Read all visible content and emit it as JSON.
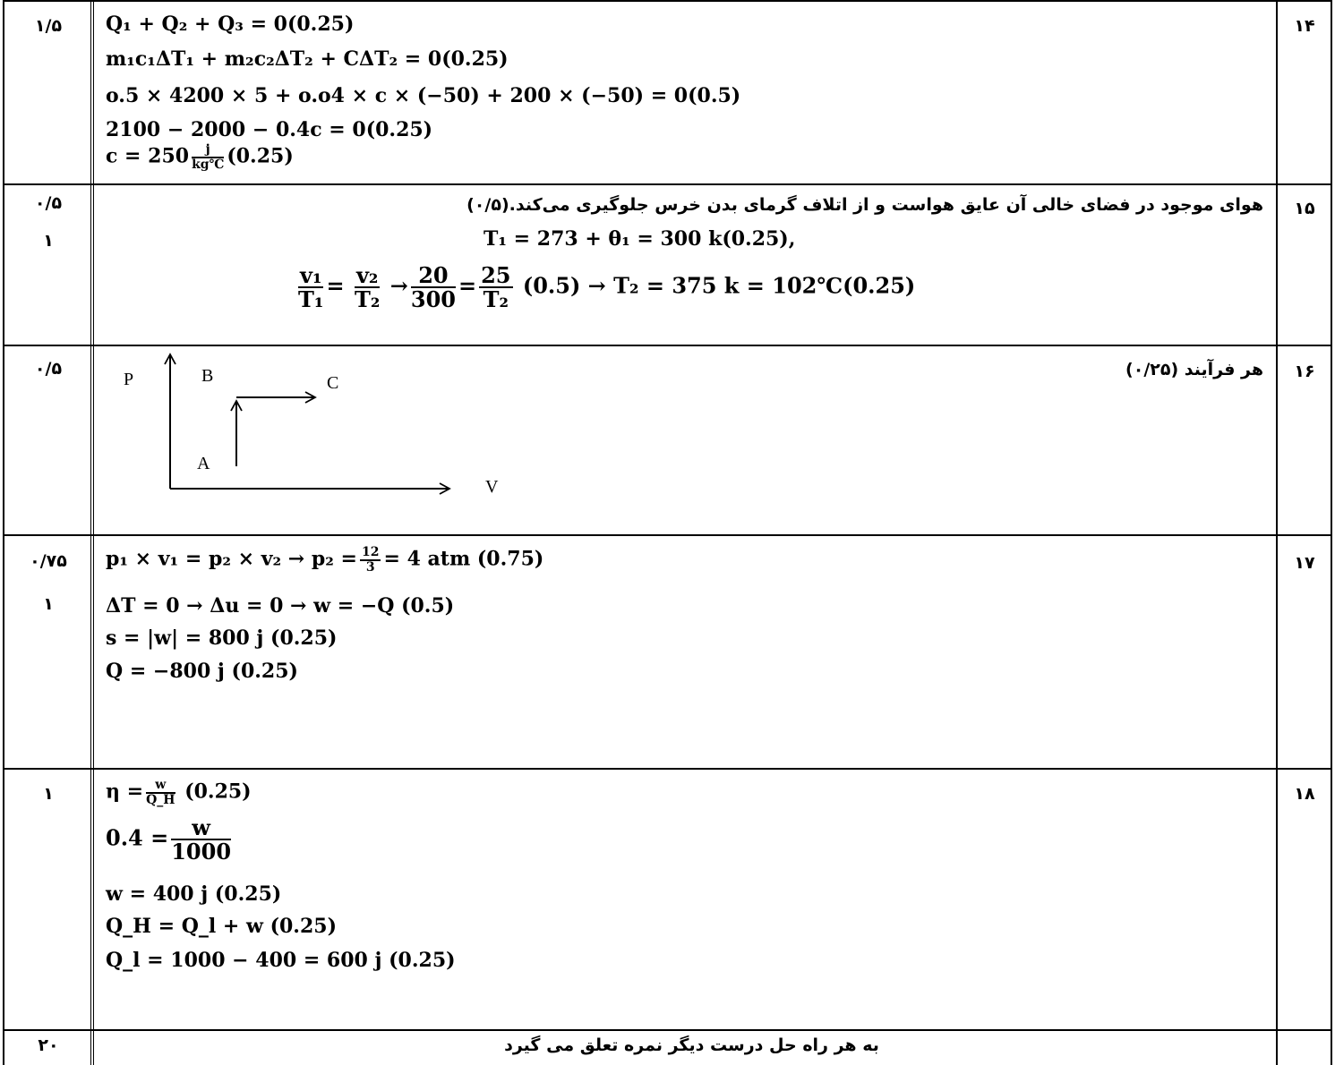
{
  "rows": [
    {
      "qnum": "۱۴",
      "score": "۱/۵",
      "lines": [
        "Q₁ + Q₂ + Q₃ = 0(0.25)",
        "m₁c₁ΔT₁ + m₂c₂ΔT₂ + CΔT₂ = 0(0.25)",
        "o.5 × 4200 × 5 + o.o4 × c × (−50) + 200 × (−50) = 0(0.5)",
        "2100 − 2000 − 0.4c = 0(0.25)"
      ],
      "c_line": {
        "prefix": "c = 250",
        "num": "j",
        "den": "kg℃",
        "suffix": "(0.25)"
      }
    },
    {
      "qnum": "۱۵",
      "score_lines": [
        "۰/۵",
        "۱"
      ],
      "text": "هوای موجود در فضای خالی آن عایق هواست و از اتلاف گرمای بدن خرس جلوگیری می‌کند.(۰/۵)",
      "eq1": "T₁ = 273 + θ₁ = 300 k(0.25),",
      "eq2": {
        "f1": {
          "num": "v₁",
          "den": "T₁"
        },
        "f2": {
          "num": "v₂",
          "den": "T₂"
        },
        "f3": {
          "num": "20",
          "den": "300"
        },
        "f4": {
          "num": "25",
          "den": "T₂"
        },
        "arrow1": "→",
        "tail": "(0.5) → T₂ = 375 k = 102℃(0.25)"
      }
    },
    {
      "qnum": "۱۶",
      "score": "۰/۵",
      "text": "هر فرآیند (۰/۲۵)",
      "diagram": {
        "p": "P",
        "b": "B",
        "c": "C",
        "a": "A",
        "v": "V"
      }
    },
    {
      "qnum": "۱۷",
      "score_lines": [
        "۰/۷۵",
        "۱"
      ],
      "l1": {
        "prefix": "p₁ × v₁ = p₂ × v₂ → p₂ =",
        "num": "12",
        "den": "3",
        "suffix": "= 4 atm      (0.75)"
      },
      "lines": [
        "ΔT = 0 → Δu = 0 → w = −Q   (0.5)",
        "s = |w| = 800 j (0.25)",
        "Q = −800 j  (0.25)"
      ]
    },
    {
      "qnum": "۱۸",
      "score": "۱",
      "eta": {
        "prefix": "η =",
        "num": "w",
        "den": "Q_H",
        "suffix": "    (0.25)"
      },
      "eq04": {
        "prefix": "0.4 =",
        "num": "w",
        "den": "1000"
      },
      "lines": [
        "w = 400 j     (0.25)",
        "Q_H = Q_l + w     (0.25)",
        "Q_l = 1000 − 400 = 600 j     (0.25)"
      ]
    },
    {
      "score": "۲۰",
      "text": "به هر راه حل درست دیگر نمره تعلق می گیرد"
    }
  ]
}
